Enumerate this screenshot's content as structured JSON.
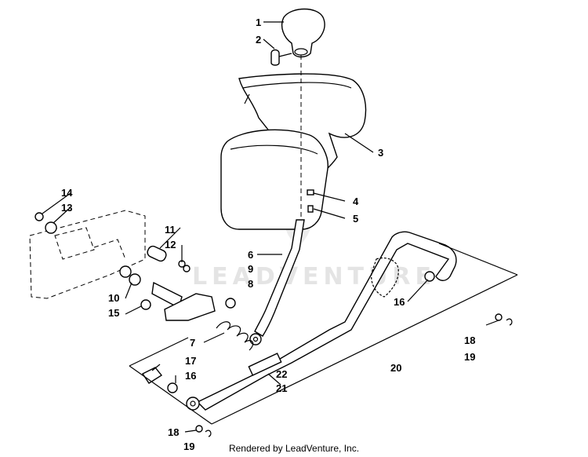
{
  "diagram": {
    "watermark": "LEADVENTURE",
    "footer": "Rendered by LeadVenture, Inc.",
    "callouts": [
      {
        "id": "c1",
        "label": "1"
      },
      {
        "id": "c2",
        "label": "2"
      },
      {
        "id": "c3",
        "label": "3"
      },
      {
        "id": "c4",
        "label": "4"
      },
      {
        "id": "c5",
        "label": "5"
      },
      {
        "id": "c6",
        "label": "6"
      },
      {
        "id": "c9",
        "label": "9"
      },
      {
        "id": "c8",
        "label": "8"
      },
      {
        "id": "c7",
        "label": "7"
      },
      {
        "id": "c10",
        "label": "10"
      },
      {
        "id": "c11",
        "label": "11"
      },
      {
        "id": "c12",
        "label": "12"
      },
      {
        "id": "c13",
        "label": "13"
      },
      {
        "id": "c14",
        "label": "14"
      },
      {
        "id": "c15",
        "label": "15"
      },
      {
        "id": "c16a",
        "label": "16"
      },
      {
        "id": "c16b",
        "label": "16"
      },
      {
        "id": "c17",
        "label": "17"
      },
      {
        "id": "c18a",
        "label": "18"
      },
      {
        "id": "c19a",
        "label": "19"
      },
      {
        "id": "c18b",
        "label": "18"
      },
      {
        "id": "c19b",
        "label": "19"
      },
      {
        "id": "c20",
        "label": "20"
      },
      {
        "id": "c21",
        "label": "21"
      },
      {
        "id": "c22",
        "label": "22"
      }
    ]
  }
}
